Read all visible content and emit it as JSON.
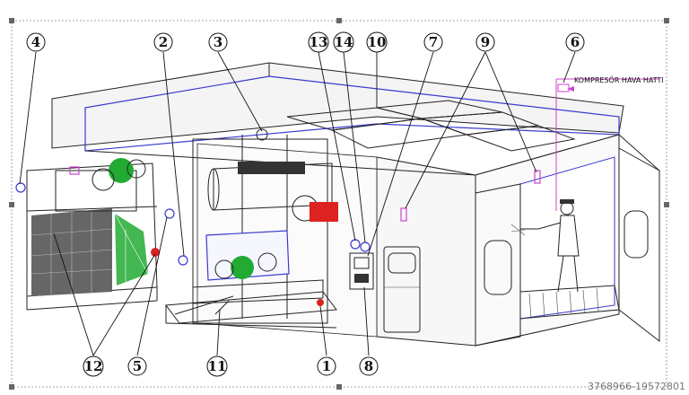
{
  "diagram": {
    "callouts": [
      {
        "id": "c4",
        "label": "4"
      },
      {
        "id": "c2",
        "label": "2"
      },
      {
        "id": "c3",
        "label": "3"
      },
      {
        "id": "c13",
        "label": "13"
      },
      {
        "id": "c14",
        "label": "14"
      },
      {
        "id": "c10",
        "label": "10"
      },
      {
        "id": "c7",
        "label": "7"
      },
      {
        "id": "c9",
        "label": "9"
      },
      {
        "id": "c6",
        "label": "6"
      },
      {
        "id": "c12",
        "label": "12"
      },
      {
        "id": "c5",
        "label": "5"
      },
      {
        "id": "c11",
        "label": "11"
      },
      {
        "id": "c1",
        "label": "1"
      },
      {
        "id": "c8",
        "label": "8"
      }
    ],
    "air_line_label": "KOMPRESÖR HAVA HATTI",
    "watermark": "3768966-19572801"
  },
  "colors": {
    "blue_outline": "#3a3ad0",
    "green_fan": "#22aa33",
    "red_marker": "#dd2222",
    "magenta_line": "#cc44cc"
  }
}
